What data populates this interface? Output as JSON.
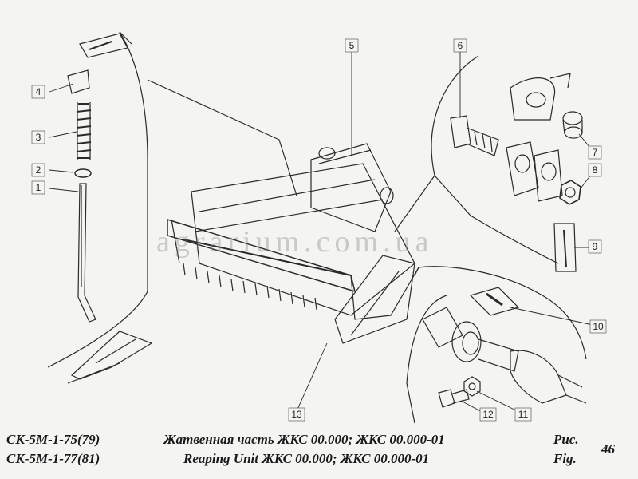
{
  "diagram": {
    "callouts": [
      "1",
      "2",
      "3",
      "4",
      "5",
      "6",
      "7",
      "8",
      "9",
      "10",
      "11",
      "12",
      "13"
    ],
    "watermark": "agrarium.com.ua"
  },
  "footer": {
    "model_line_1": "СК-5М-1-75(79)",
    "model_line_2": "СК-5М-1-77(81)",
    "title_ru": "Жатвенная часть ЖКС 00.000; ЖКС 00.000-01",
    "title_en": "Reaping Unit  ЖКС 00.000; ЖКС 00.000-01",
    "fig_ru": "Рис.",
    "fig_en": "Fig.",
    "fig_number": "46"
  },
  "colors": {
    "ink": "#2a2a2a",
    "paper": "#f4f4f2"
  }
}
